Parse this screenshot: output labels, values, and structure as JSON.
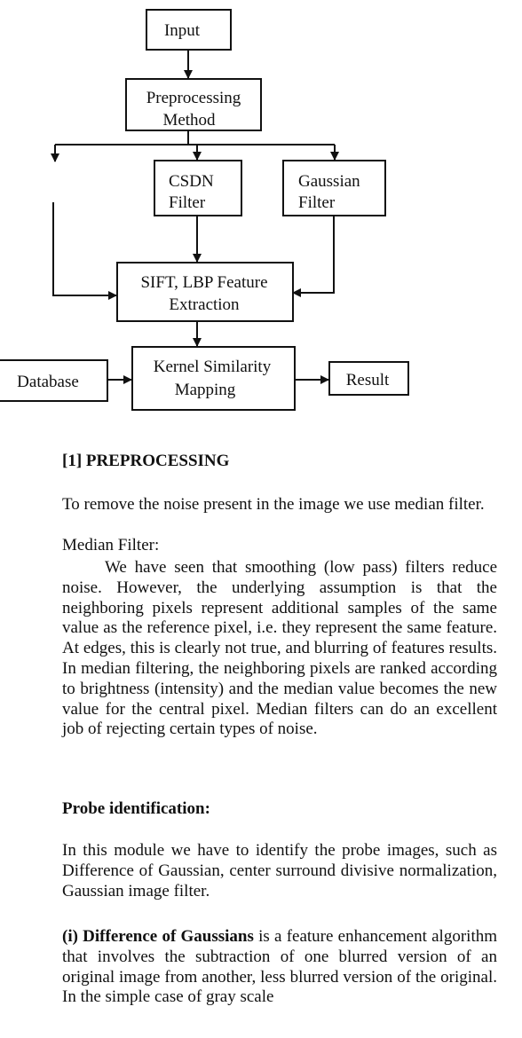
{
  "diagram": {
    "input": "Input",
    "preprocessing": [
      "Preprocessing",
      "Method"
    ],
    "csdn": [
      "CSDN",
      "Filter"
    ],
    "gaussian_filter": [
      "Gaussian",
      "Filter"
    ],
    "feature_extraction": [
      "SIFT, LBP Feature",
      "Extraction"
    ],
    "kernel_mapping": [
      "Kernel Similarity",
      "Mapping"
    ],
    "database": "Database",
    "result": "Result"
  },
  "section1": {
    "heading": "[1] PREPROCESSING",
    "intro": "To remove the noise present in the image we use median filter.",
    "median_label": "Median Filter:",
    "median_body": "We have seen that smoothing (low pass) filters reduce noise. However, the underlying assumption is that the neighboring pixels represent additional samples of the same value as the reference pixel, i.e. they represent the same feature. At edges, this is clearly not true, and blurring of features results. In median filtering, the neighboring pixels are ranked according to brightness (intensity) and the median value becomes the new value for the central pixel. Median filters can do an excellent job of rejecting certain types of noise."
  },
  "section2": {
    "heading": "Probe identification:",
    "body": "In this module we have to identify the probe images, such as Difference of Gaussian, center surround divisive normalization, Gaussian image filter.",
    "dog_term": "(i) Difference of Gaussians",
    "dog_body": " is a feature enhancement algorithm that involves the subtraction of one blurred version of an original image from another, less blurred version of the original. In the simple case of gray scale"
  }
}
